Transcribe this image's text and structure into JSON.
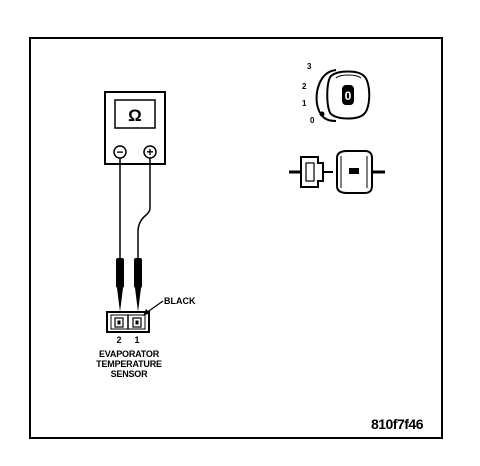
{
  "figure": {
    "sensor_label_lines": [
      "EVAPORATOR",
      "TEMPERATURE",
      "SENSOR"
    ],
    "wire_label": "BLACK",
    "pin_labels": [
      "2",
      "1"
    ],
    "meter": {
      "display_symbol": "Ω",
      "negative_terminal_symbol": "−",
      "positive_terminal_symbol": "+"
    },
    "ignition_key_positions": [
      "3",
      "2",
      "1",
      "0"
    ],
    "ignition_key_symbol": "0",
    "figure_code": "810f7f46",
    "colors": {
      "line": "#000000",
      "background": "#ffffff"
    }
  }
}
